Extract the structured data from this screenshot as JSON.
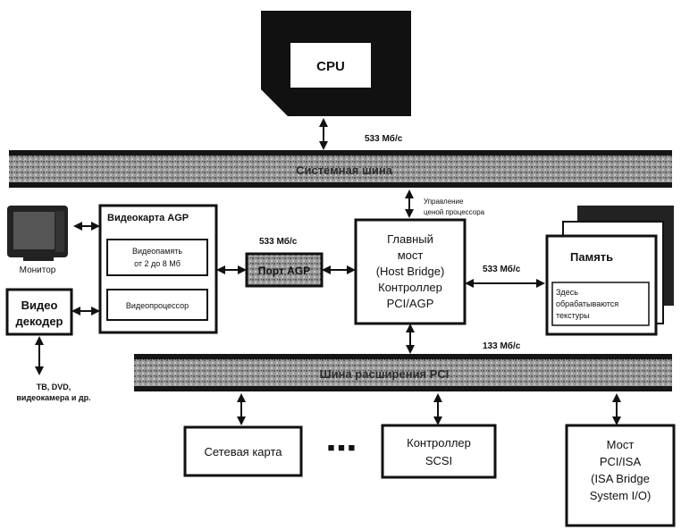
{
  "cpu": {
    "label": "CPU"
  },
  "system_bus": {
    "label": "Системная шина",
    "speed": "533 Мб/с"
  },
  "monitor": {
    "label": "Монитор"
  },
  "video_card": {
    "title": "Видеокарта AGP",
    "memory_line1": "Видеопамять",
    "memory_line2": "от 2 до 8 Мб",
    "processor": "Видеопроцессор"
  },
  "agp_port": {
    "label": "Порт AGP",
    "speed": "533 Мб/с"
  },
  "host_bridge": {
    "lines": [
      "Главный",
      "мост",
      "(Host Bridge)",
      "Контроллер",
      "PCI/AGP"
    ],
    "control_note_line1": "Управление",
    "control_note_line2": "ценой процессора"
  },
  "memory": {
    "title": "Память",
    "speed": "533 Мб/с",
    "note_line1": "Здесь",
    "note_line2": "обрабатываются",
    "note_line3": "текстуры"
  },
  "video_decoder": {
    "line1": "Видео",
    "line2": "декодер",
    "sources_line1": "ТВ, DVD,",
    "sources_line2": "видеокамера и др."
  },
  "pci_bus": {
    "label": "Шина расширения PCI",
    "speed": "133 Мб/с"
  },
  "network_card": {
    "label": "Сетевая карта"
  },
  "ellipsis": {
    "label": "■ ■ ■"
  },
  "scsi": {
    "line1": "Контроллер",
    "line2": "SCSI"
  },
  "isa_bridge": {
    "lines": [
      "Мост",
      "PCI/ISA",
      "(ISA Bridge",
      "System I/O)"
    ]
  }
}
